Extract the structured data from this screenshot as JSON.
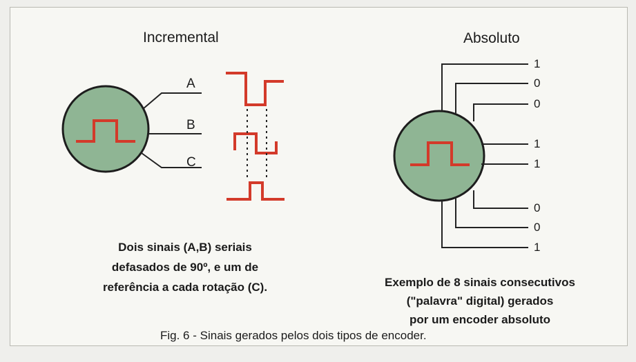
{
  "figure": {
    "incremental": {
      "title": "Incremental",
      "channels": [
        "A",
        "B",
        "C"
      ],
      "description_lines": [
        "Dois sinais (A,B) seriais",
        "defasados de 90º, e um de",
        "referência a cada rotação (C)."
      ]
    },
    "absolute": {
      "title": "Absoluto",
      "bits": [
        "1",
        "0",
        "0",
        "1",
        "1",
        "0",
        "0",
        "1"
      ],
      "description_lines": [
        "Exemplo de 8 sinais consecutivos",
        "(\"palavra\" digital) gerados",
        "por um encoder absoluto"
      ]
    },
    "caption": "Fig. 6 - Sinais gerados pelos dois tipos de encoder."
  },
  "colors": {
    "disc": "#8fb594",
    "signal": "#d33a2a",
    "line": "#222222"
  }
}
